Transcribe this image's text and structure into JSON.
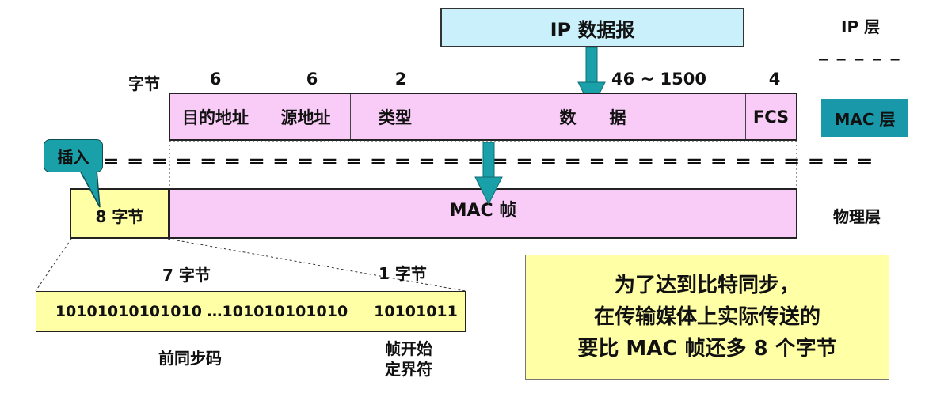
{
  "ip_datagram": {
    "label": "IP 数据报"
  },
  "layers": {
    "ip": "IP 层",
    "ip_dashes": "_ _ _ _ _",
    "mac": "MAC 层",
    "physical": "物理层"
  },
  "byte_label": "字节",
  "mac_header": {
    "fields": [
      {
        "name": "目的地址",
        "bytes": "6"
      },
      {
        "name": "源地址",
        "bytes": "6"
      },
      {
        "name": "类型",
        "bytes": "2"
      },
      {
        "name": "数　　据",
        "bytes": "46 ~ 1500"
      },
      {
        "name": "FCS",
        "bytes": "4"
      }
    ]
  },
  "insert_callout": "插入",
  "preamble_box_label": "8 字节",
  "mac_frame_label": "MAC 帧",
  "divider": "═ ═ ═ ═ ═ ═ ═ ═ ═ ═ ═ ═ ═ ═ ═ ═ ═ ═ ═ ═ ═ ═ ═ ═ ═ ═ ═ ═ ═ ═ ═ ═",
  "preamble_detail": {
    "seven_bytes": "7 字节",
    "one_byte": "1 字节",
    "pattern": "10101010101010 …101010101010",
    "sfd_pattern": "10101011",
    "preamble_name": "前同步码",
    "sfd_name_line1": "帧开始",
    "sfd_name_line2": "定界符"
  },
  "note": {
    "line1": "为了达到比特同步，",
    "line2": "在传输媒体上实际传送的",
    "line3": "要比 MAC 帧还多 8 个字节"
  },
  "colors": {
    "ip_box": "#c9f0fb",
    "mac_pink": "#f9ccf7",
    "teal": "#1aa0a8",
    "yellow": "#ffffa6",
    "mac_layer_tag": "#1898a8"
  }
}
